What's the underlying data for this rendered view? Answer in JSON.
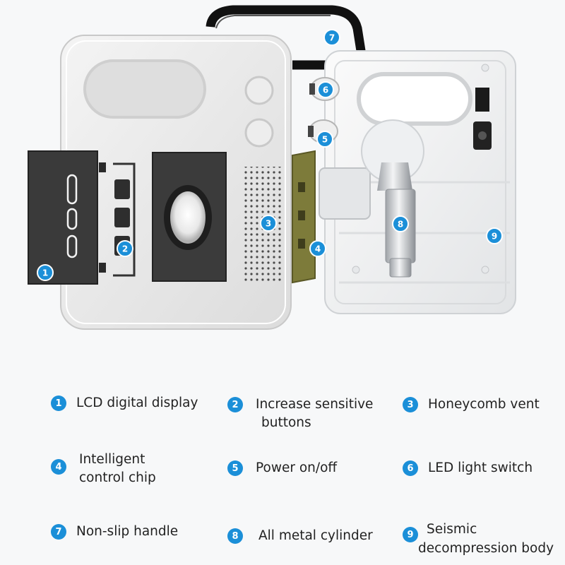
{
  "colors": {
    "badge": "#1b8fd8",
    "text": "#222222",
    "background": "#f7f8f9"
  },
  "callouts": [
    "1",
    "2",
    "3",
    "4",
    "5",
    "6",
    "7",
    "8",
    "9"
  ],
  "legend": [
    {
      "number": "1",
      "lines": [
        "LCD digital display"
      ]
    },
    {
      "number": "2",
      "lines": [
        "Increase sensitive",
        "buttons"
      ]
    },
    {
      "number": "3",
      "lines": [
        "Honeycomb vent"
      ]
    },
    {
      "number": "4",
      "lines": [
        "Intelligent",
        "control chip"
      ]
    },
    {
      "number": "5",
      "lines": [
        "Power on/off"
      ]
    },
    {
      "number": "6",
      "lines": [
        "LED light switch"
      ]
    },
    {
      "number": "7",
      "lines": [
        "Non-slip handle"
      ]
    },
    {
      "number": "8",
      "lines": [
        "All metal cylinder"
      ]
    },
    {
      "number": "9",
      "lines": [
        "Seismic",
        "decompression body"
      ]
    }
  ]
}
